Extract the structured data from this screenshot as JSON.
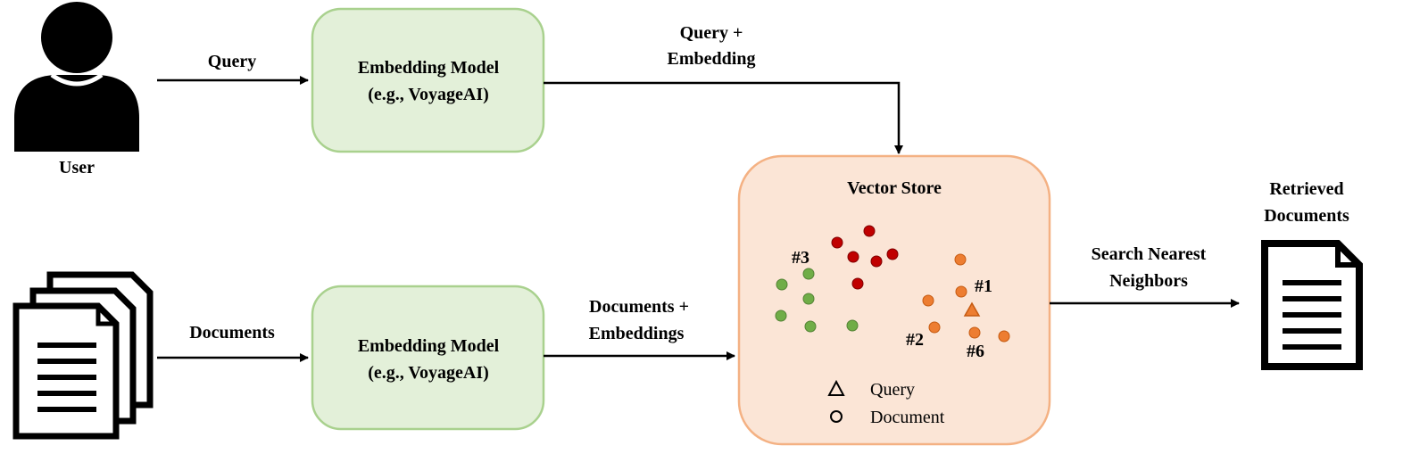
{
  "user": {
    "label": "User",
    "icon": "user-icon"
  },
  "documents_source": {
    "icon": "document-stack-icon"
  },
  "arrows": {
    "query": "Query",
    "documents": "Documents",
    "query_embedding": [
      "Query +",
      "Embedding"
    ],
    "documents_embeddings": [
      "Documents +",
      "Embeddings"
    ],
    "search": [
      "Search Nearest",
      "Neighbors"
    ]
  },
  "embedding_model_top": {
    "line1": "Embedding Model",
    "line2": "(e.g., VoyageAI)"
  },
  "embedding_model_bottom": {
    "line1": "Embedding Model",
    "line2": "(e.g., VoyageAI)"
  },
  "vector_store": {
    "title": "Vector Store",
    "labels": [
      "#3",
      "#1",
      "#2",
      "#6"
    ],
    "legend": {
      "query": "Query",
      "document": "Document"
    }
  },
  "retrieved": {
    "title": [
      "Retrieved",
      "Documents"
    ],
    "icon": "retrieved-document-icon"
  },
  "colors": {
    "green_box_fill": "#e3f0d9",
    "green_box_stroke": "#a9d18e",
    "orange_box_fill": "#fbe5d6",
    "orange_box_stroke": "#f4b183",
    "cluster_green": "#70ad47",
    "cluster_red": "#c00000",
    "cluster_orange": "#ed7d31"
  }
}
